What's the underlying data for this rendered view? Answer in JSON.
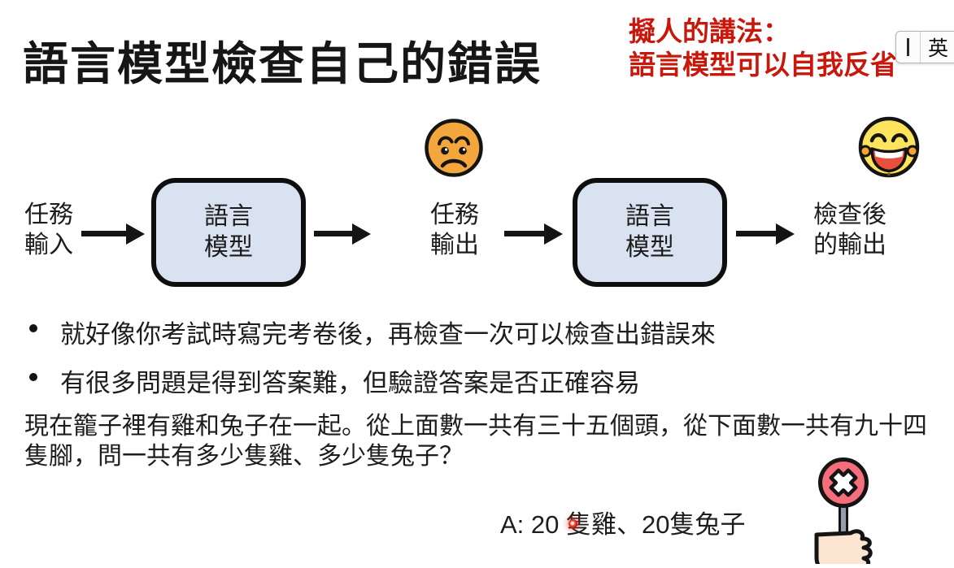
{
  "header": {
    "title": "語言模型檢查自己的錯誤",
    "annotation_line1": "擬人的講法：",
    "annotation_line2": "語言模型可以自我反省",
    "annotation_color": "#c9170b"
  },
  "ime": {
    "lang_label": "英",
    "icons": [
      "text-cursor-icon",
      "half-filled-square-icon"
    ]
  },
  "diagram": {
    "input_line1": "任務",
    "input_line2": "輸入",
    "model1_line1": "語言",
    "model1_line2": "模型",
    "mid_line1": "任務",
    "mid_line2": "輸出",
    "model2_line1": "語言",
    "model2_line2": "模型",
    "final_line1": "檢查後",
    "final_line2": "的輸出",
    "sad_emoji": "worried-face",
    "happy_emoji": "laughing-face",
    "box_fill_color": "#d9e2f0",
    "box_border_color": "#0e0e0e"
  },
  "bullets": [
    "就好像你考試時寫完考卷後，再檢查一次可以檢查出錯誤來",
    "有很多問題是得到答案難，但驗證答案是否正確容易"
  ],
  "question_text": "現在籠子裡有雞和兔子在一起。從上面數一共有三十五個頭，從下面數一共有九十四隻腳，問一共有多少隻雞、多少隻兔子？",
  "answer_text": "A: 20 隻雞、20隻兔子",
  "cursor": {
    "type": "laser-pointer-dot",
    "color": "#e8281c"
  },
  "stop_sign": {
    "icon": "hand-holding-x-sign",
    "sign_color": "#f66d7c"
  }
}
